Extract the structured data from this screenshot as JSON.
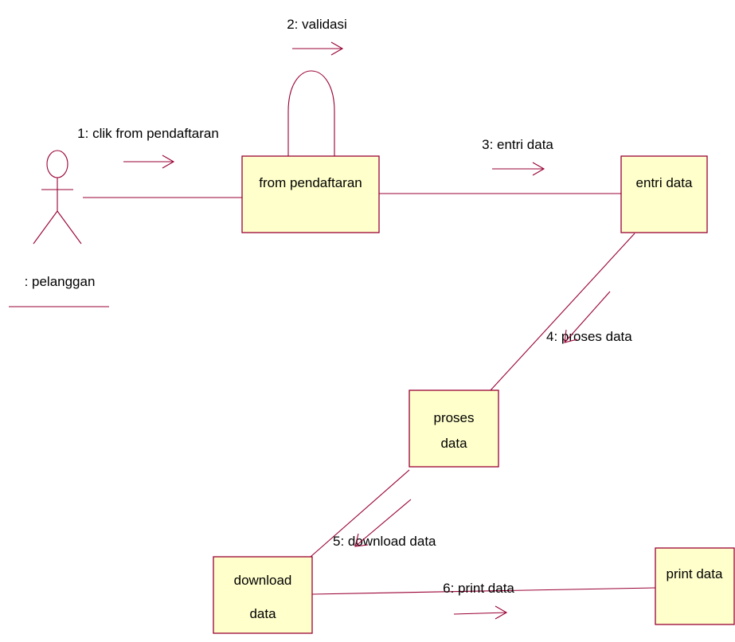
{
  "colors": {
    "line": "#990033",
    "box_fill": "#ffffcc",
    "text": "#000000",
    "background": "#ffffff"
  },
  "actor": {
    "label": ": pelanggan",
    "icon": "stick-figure-actor-icon"
  },
  "objects": {
    "from_pendaftaran": "from pendaftaran",
    "entri_data": "entri data",
    "proses_data": [
      "proses",
      "data"
    ],
    "download_data": [
      "download",
      "data"
    ],
    "print_data": "print data"
  },
  "messages": {
    "m1": "1: clik from pendaftaran",
    "m2": "2: validasi",
    "m3": "3: entri data",
    "m4": "4: proses data",
    "m5": "5: download data",
    "m6": "6: print data"
  }
}
